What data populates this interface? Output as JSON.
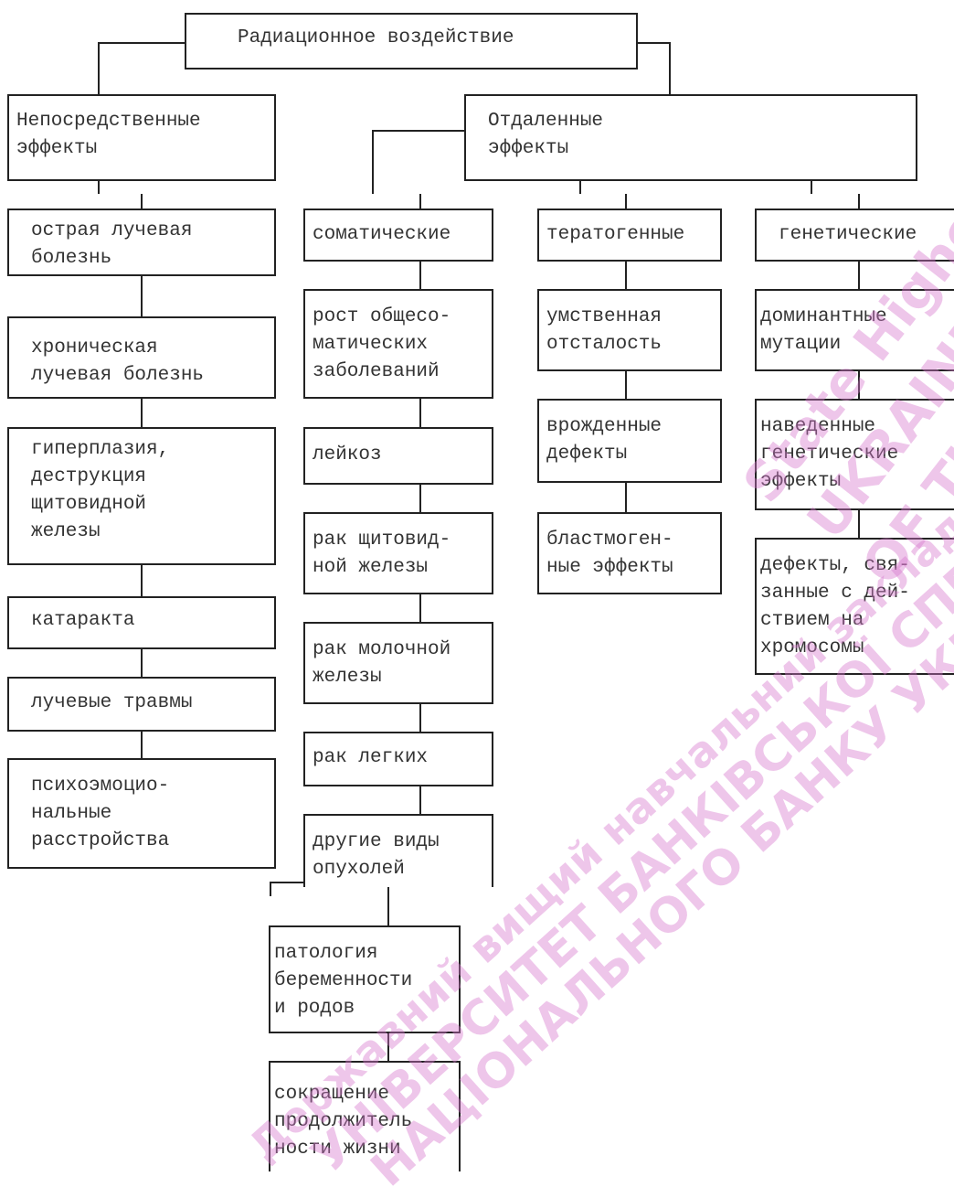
{
  "diagram": {
    "root": {
      "lines": [
        "Радиационное воздействие"
      ]
    },
    "branches": {
      "immediate": {
        "lines": [
          "Непосредственные",
          "эффекты"
        ]
      },
      "delayed": {
        "lines": [
          "Отдаленные",
          "эффекты"
        ]
      }
    },
    "columns": {
      "immediate_effects": [
        {
          "lines": [
            "острая лучевая",
            "болезнь"
          ]
        },
        {
          "lines": [
            "хроническая",
            "лучевая болезнь"
          ]
        },
        {
          "lines": [
            "гиперплазия,",
            "деструкция",
            "щитовидной",
            "железы"
          ]
        },
        {
          "lines": [
            "катаракта"
          ]
        },
        {
          "lines": [
            "лучевые травмы"
          ]
        },
        {
          "lines": [
            "психоэмоцио-",
            "нальные",
            "расстройства"
          ]
        }
      ],
      "somatic_header": {
        "lines": [
          "соматические"
        ]
      },
      "somatic": [
        {
          "lines": [
            "рост общесо-",
            "матических",
            "заболеваний"
          ]
        },
        {
          "lines": [
            "лейкоз"
          ]
        },
        {
          "lines": [
            "рак щитовид-",
            "ной железы"
          ]
        },
        {
          "lines": [
            "рак молочной",
            "железы"
          ]
        },
        {
          "lines": [
            "рак легких"
          ]
        },
        {
          "lines": [
            "другие виды",
            "опухолей"
          ]
        },
        {
          "lines": [
            "патология",
            "беременности",
            "и родов"
          ]
        },
        {
          "lines": [
            "сокращение",
            "продолжитель",
            "ности жизни"
          ]
        }
      ],
      "teratogenic_header": {
        "lines": [
          "тератогенные"
        ]
      },
      "teratogenic": [
        {
          "lines": [
            "умственная",
            "отсталость"
          ]
        },
        {
          "lines": [
            "врожденные",
            "дефекты"
          ]
        },
        {
          "lines": [
            "бластмоген-",
            "ные эффекты"
          ]
        }
      ],
      "genetic_header": {
        "lines": [
          "генетические"
        ]
      },
      "genetic": [
        {
          "lines": [
            "доминантные",
            "мутации"
          ]
        },
        {
          "lines": [
            "наведенные",
            "генетические",
            "эффекты"
          ]
        },
        {
          "lines": [
            "дефекты, свя-",
            "занные с дей-",
            "ствием на",
            "хромосомы"
          ]
        }
      ]
    }
  },
  "watermark": {
    "color": "#d678cd",
    "lines": [
      "Державний вищий навчальний заклад",
      "УНІВЕРСИТЕТ БАНКІВСЬКОЇ СПРАВИ",
      "НАЦІОНАЛЬНОГО БАНКУ УКРАЇНИ",
      "State Higher Edu",
      "UKRAINIAN A",
      "OF THE N"
    ]
  }
}
